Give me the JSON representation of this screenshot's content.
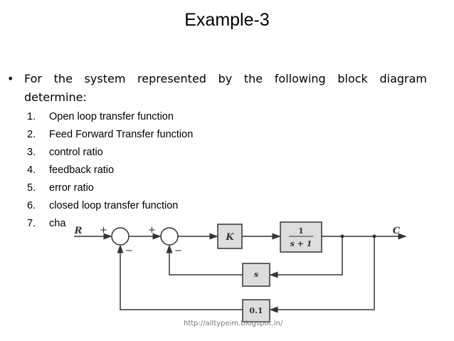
{
  "title": "Example-3",
  "bullet": "For the system represented by the following block diagram determine:",
  "items": [
    {
      "num": "1.",
      "text": "Open loop transfer function"
    },
    {
      "num": "2.",
      "text": "Feed Forward Transfer function"
    },
    {
      "num": "3.",
      "text": "control ratio"
    },
    {
      "num": "4.",
      "text": "feedback ratio"
    },
    {
      "num": "5.",
      "text": "error ratio"
    },
    {
      "num": "6.",
      "text": "closed loop transfer function"
    },
    {
      "num": "7.",
      "text": "cha"
    }
  ],
  "diagram": {
    "input": "R",
    "output": "C",
    "plus": "+",
    "minus": "−",
    "k_block": "K",
    "plant_num": "1",
    "plant_den": "s + 1",
    "inner_feedback": "s",
    "outer_feedback": "0.1"
  },
  "watermark": "http://alltypeim.blogspot.in/"
}
